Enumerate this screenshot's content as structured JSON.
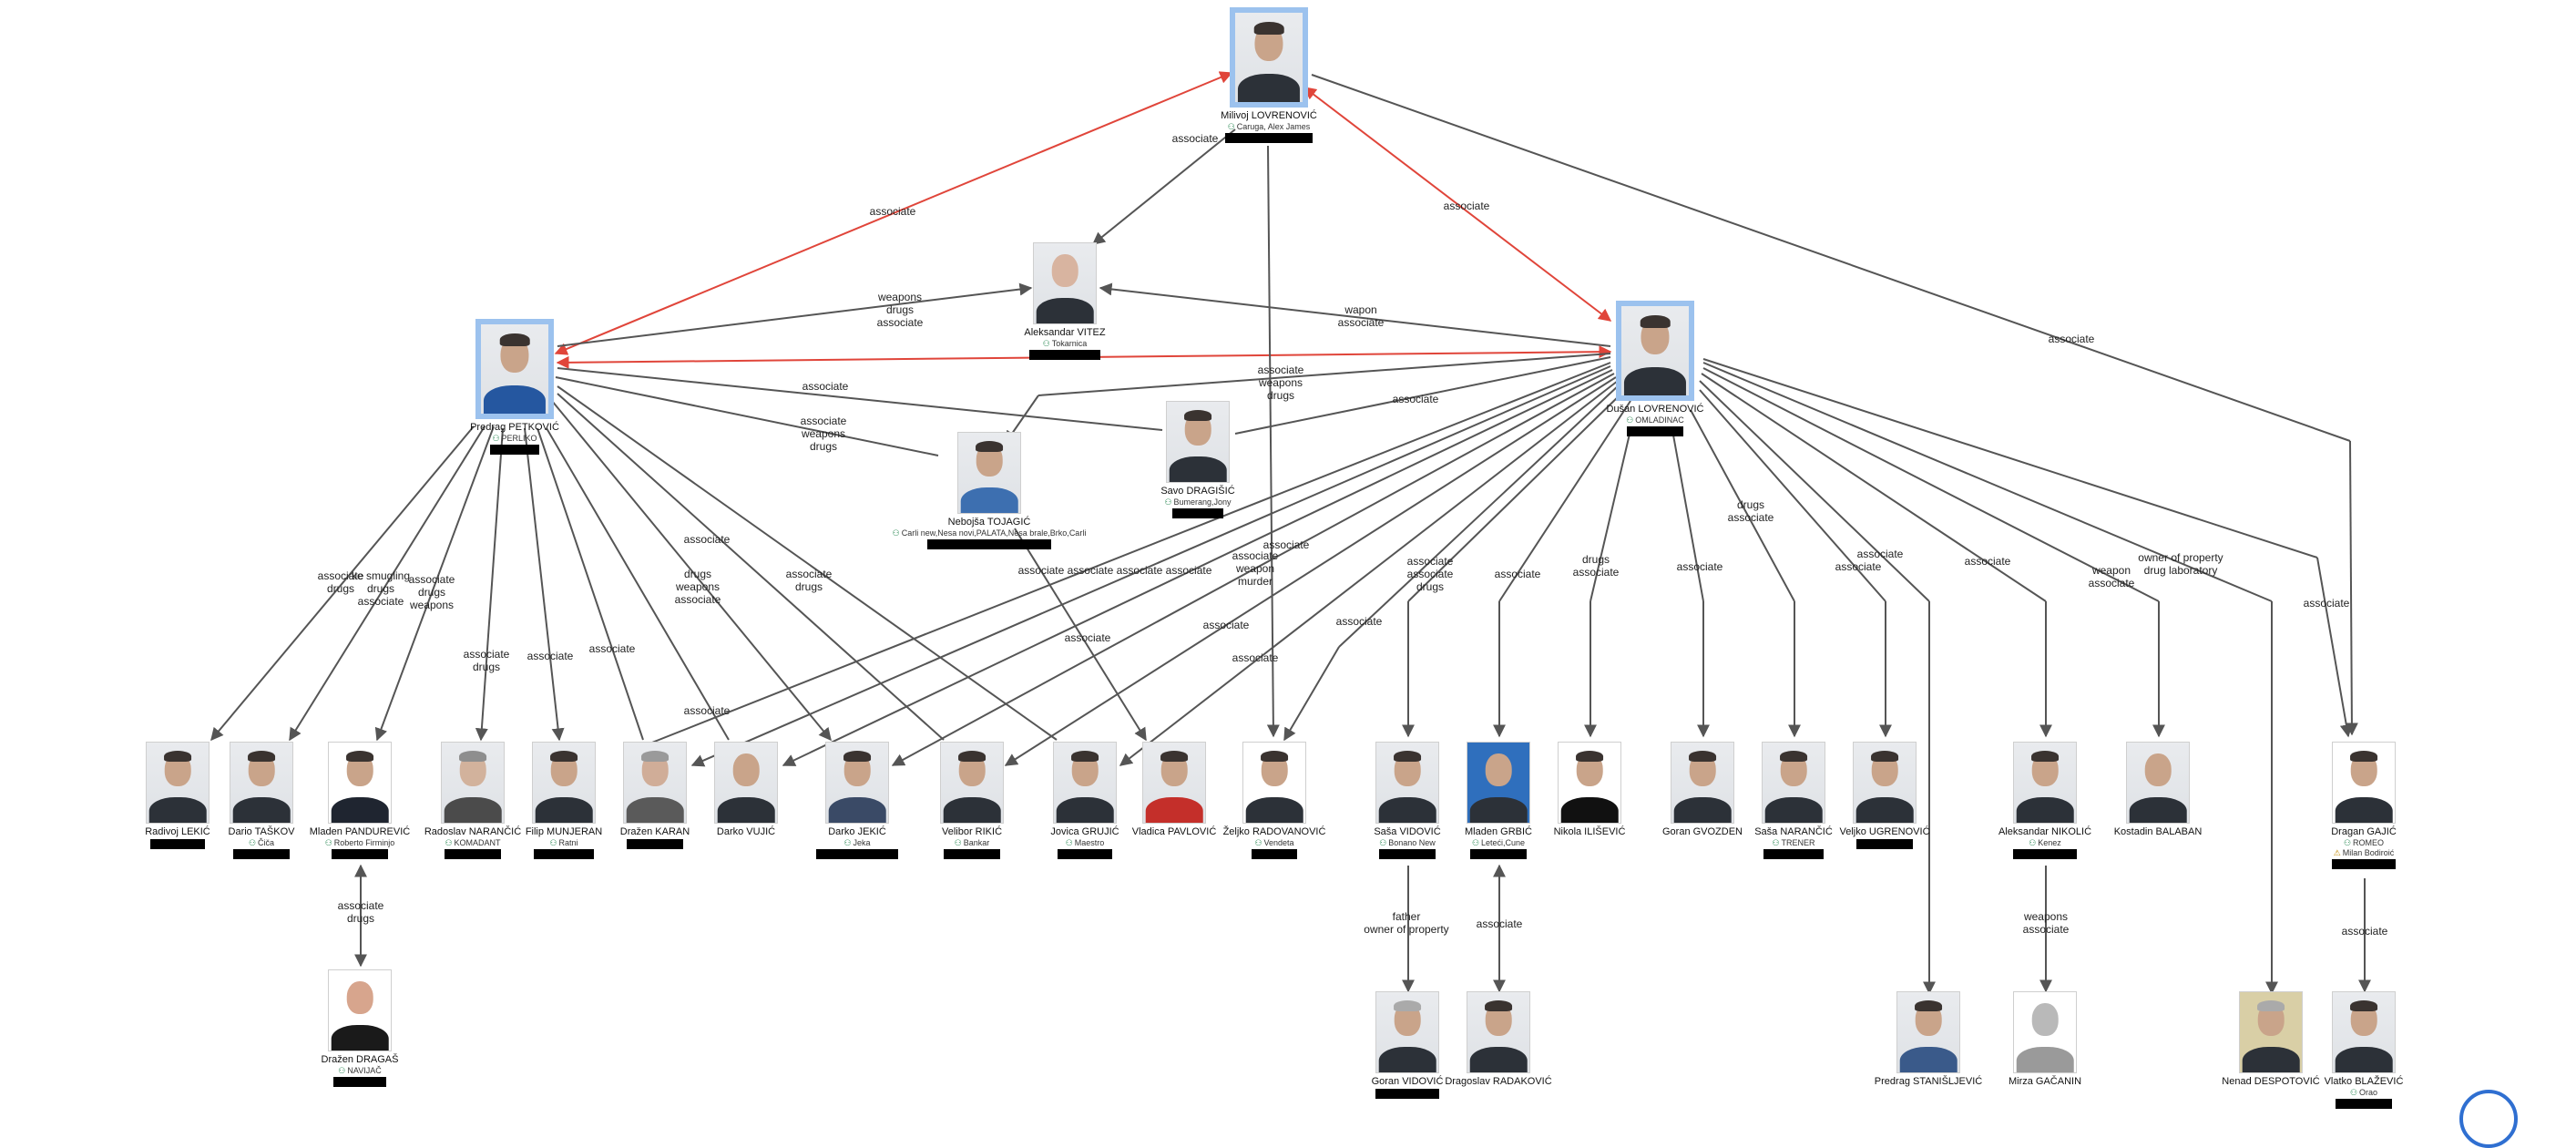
{
  "people": {
    "mile": {
      "name": "Milivoj LOVRENOVIĆ",
      "alias": "Caruga, Alex James",
      "redact": true
    },
    "pedja": {
      "name": "Predrag PETKOVIĆ",
      "alias": "PERLIKO",
      "redact": true
    },
    "vitez": {
      "name": "Aleksandar VITEZ",
      "alias": "Tokarnica",
      "redact": true
    },
    "dusan": {
      "name": "Dušan LOVRENOVIĆ",
      "alias": "OMLADINAC",
      "redact": true
    },
    "nebojsa": {
      "name": "Nebojša TOJAGIĆ",
      "alias": "Carli new,Nesa novi,PALATA,Nesa brale,Brko,Carli",
      "redact": true
    },
    "savo": {
      "name": "Savo DRAGIŠIĆ",
      "alias": "Bumerang,Jony",
      "redact": true
    },
    "radivoj": {
      "name": "Radivoj LEKIĆ",
      "alias": "",
      "redact": true
    },
    "dario": {
      "name": "Dario TAŠKOV",
      "alias": "Čiča",
      "redact": true
    },
    "mladen_p": {
      "name": "Mladen PANDUREVIĆ",
      "alias": "Roberto Firminjo",
      "redact": true
    },
    "radoslav": {
      "name": "Radoslav NARANČIĆ",
      "alias": "KOMADANT",
      "redact": true
    },
    "filip": {
      "name": "Filip MUNJERAN",
      "alias": "Ratni",
      "redact": true
    },
    "drazen_k": {
      "name": "Dražen KARAN",
      "alias": "",
      "redact": true
    },
    "darko_v": {
      "name": "Darko VUJIĆ",
      "alias": "",
      "redact": false
    },
    "darko_j": {
      "name": "Darko JEKIĆ",
      "alias": "Jeka",
      "redact": true
    },
    "velibor": {
      "name": "Velibor RIKIĆ",
      "alias": "Bankar",
      "redact": true
    },
    "jovica": {
      "name": "Jovica GRUJIĆ",
      "alias": "Maestro",
      "redact": true
    },
    "vladica": {
      "name": "Vladica PAVLOVIĆ",
      "alias": "",
      "redact": false
    },
    "zeljko": {
      "name": "Željko RADOVANOVIĆ",
      "alias": "Vendeta",
      "redact": true
    },
    "sasa_v": {
      "name": "Saša VIDOVIĆ",
      "alias": "Bonano New",
      "redact": true
    },
    "mladen_g": {
      "name": "Mladen GRBIĆ",
      "alias": "Leteći,Cune",
      "redact": true
    },
    "nikola": {
      "name": "Nikola ILIŠEVIĆ",
      "alias": "",
      "redact": false
    },
    "goran_g": {
      "name": "Goran GVOZDEN",
      "alias": "",
      "redact": false
    },
    "sasa_n": {
      "name": "Saša NARANČIĆ",
      "alias": "TRENER",
      "redact": true
    },
    "veljko": {
      "name": "Veljko UGRENOVIĆ",
      "alias": "",
      "redact": true
    },
    "aleksandar_n": {
      "name": "Aleksandar NIKOLIĆ",
      "alias": "Kenez",
      "redact": true
    },
    "kostadin": {
      "name": "Kostadin BALABAN",
      "alias": "",
      "redact": false
    },
    "dragan": {
      "name": "Dragan GAJIĆ",
      "alias": "ROMEO",
      "alias2": "Milan Bodiroić",
      "redact": true
    },
    "drazen_d": {
      "name": "Dražen DRAGAŠ",
      "alias": "NAVIJAČ",
      "redact": true
    },
    "goran_v": {
      "name": "Goran VIDOVIĆ",
      "alias": "",
      "redact": true
    },
    "dragoslav": {
      "name": "Dragoslav RADAKOVIĆ",
      "alias": "",
      "redact": false
    },
    "predrag_s": {
      "name": "Predrag STANIŠLJEVIĆ",
      "alias": "",
      "redact": false
    },
    "mirza": {
      "name": "Mirza GAČANIN",
      "alias": "",
      "redact": false
    },
    "nenad": {
      "name": "Nenad DESPOTOVIĆ",
      "alias": "",
      "redact": false
    },
    "vlatko": {
      "name": "Vlatko BLAŽEVIĆ",
      "alias": "Orao",
      "redact": true
    }
  },
  "edge_labels": {
    "associate": "associate",
    "weapons_drugs_associate": [
      "weapons",
      "drugs",
      "associate"
    ],
    "wapon_associate": [
      "wapon",
      "associate"
    ],
    "associate_weapons_drugs": [
      "associate",
      "weapons",
      "drugs"
    ],
    "associate_drugs": [
      "associate",
      "drugs"
    ],
    "smugling": [
      "associate",
      "drugs"
    ],
    "assoc_smugling_drugs": [
      "ke smugling",
      "drugs",
      "associate"
    ],
    "assoc_drugs_weapons": [
      "associate",
      "drugs",
      "weapons"
    ],
    "drugs_weapons_associate": [
      "drugs",
      "weapons",
      "associate"
    ],
    "assoc_weapon_murder": [
      "associate",
      "weapon",
      "murder"
    ],
    "drugs_associate": [
      "drugs",
      "associate"
    ],
    "weapon_associate": [
      "weapon",
      "associate"
    ],
    "owner_property_lab": [
      "owner of property",
      "drug laboratory"
    ],
    "father_owner": [
      "father",
      "owner of property"
    ],
    "weapons_associate": [
      "weapons",
      "associate"
    ],
    "repeat_associate": "associate associate associate associate"
  },
  "colors": {
    "edge": "#555555",
    "edge_highlight": "#e0453a",
    "node_highlight": "#9cc2ee"
  }
}
